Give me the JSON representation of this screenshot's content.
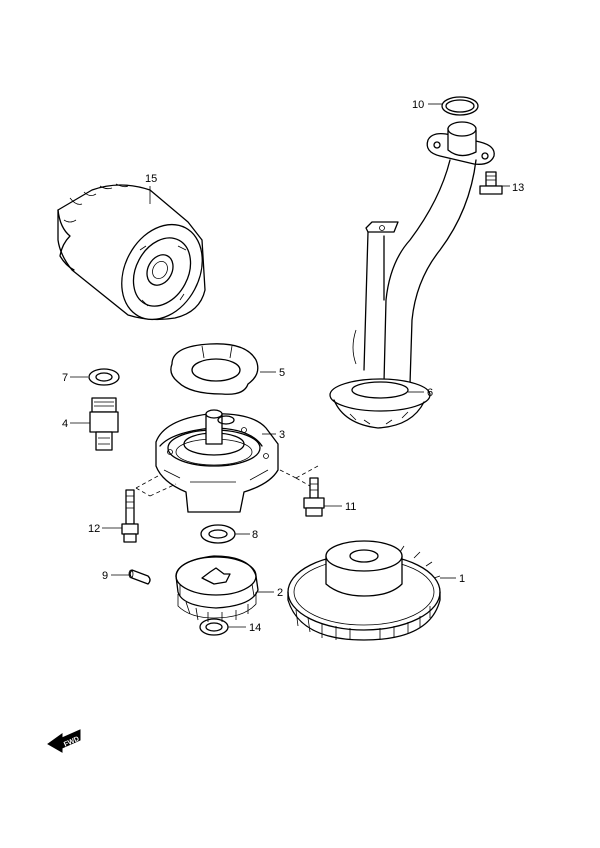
{
  "callouts": {
    "c1": "1",
    "c2": "2",
    "c3": "3",
    "c4": "4",
    "c5": "5",
    "c6": "6",
    "c7": "7",
    "c8": "8",
    "c9": "9",
    "c10": "10",
    "c11": "11",
    "c12": "12",
    "c13": "13",
    "c14": "14",
    "c15": "15"
  },
  "fwd_label": "FWD"
}
